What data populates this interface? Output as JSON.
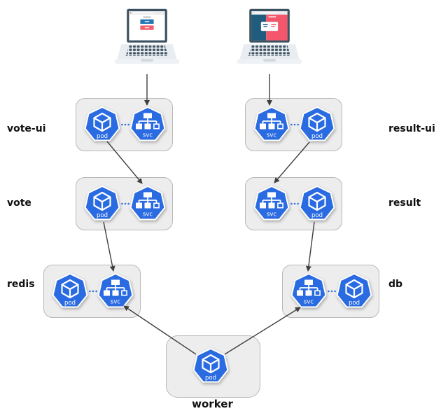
{
  "icons": {
    "pod": "pod",
    "svc": "svc"
  },
  "nodes": {
    "vote_ui": {
      "label": "vote-ui"
    },
    "result_ui": {
      "label": "result-ui"
    },
    "vote": {
      "label": "vote"
    },
    "result": {
      "label": "result"
    },
    "redis": {
      "label": "redis"
    },
    "db": {
      "label": "db"
    },
    "worker": {
      "label": "worker"
    }
  },
  "edges": [
    {
      "from": "vote-laptop",
      "to": "vote-ui.svc"
    },
    {
      "from": "result-laptop",
      "to": "result-ui.svc"
    },
    {
      "from": "vote-ui.pod",
      "to": "vote.svc"
    },
    {
      "from": "result-ui.pod",
      "to": "result.svc"
    },
    {
      "from": "vote.pod",
      "to": "redis.svc"
    },
    {
      "from": "result.pod",
      "to": "db.svc"
    },
    {
      "from": "worker.pod",
      "to": "redis.svc"
    },
    {
      "from": "worker.pod",
      "to": "db.svc"
    }
  ],
  "colors": {
    "k8s_blue": "#2a6be2",
    "box_bg": "#ededed",
    "box_border": "#b9b9b9",
    "arrow": "#3f3f3f",
    "label_text": "#111111",
    "laptop_bezel": "#3c5261",
    "laptop_body": "#e9edf1",
    "vote_button_blue": "#2277b4",
    "vote_button_red": "#f2606f",
    "result_pane_blue": "#205c7e",
    "result_pane_red": "#f4566b"
  }
}
